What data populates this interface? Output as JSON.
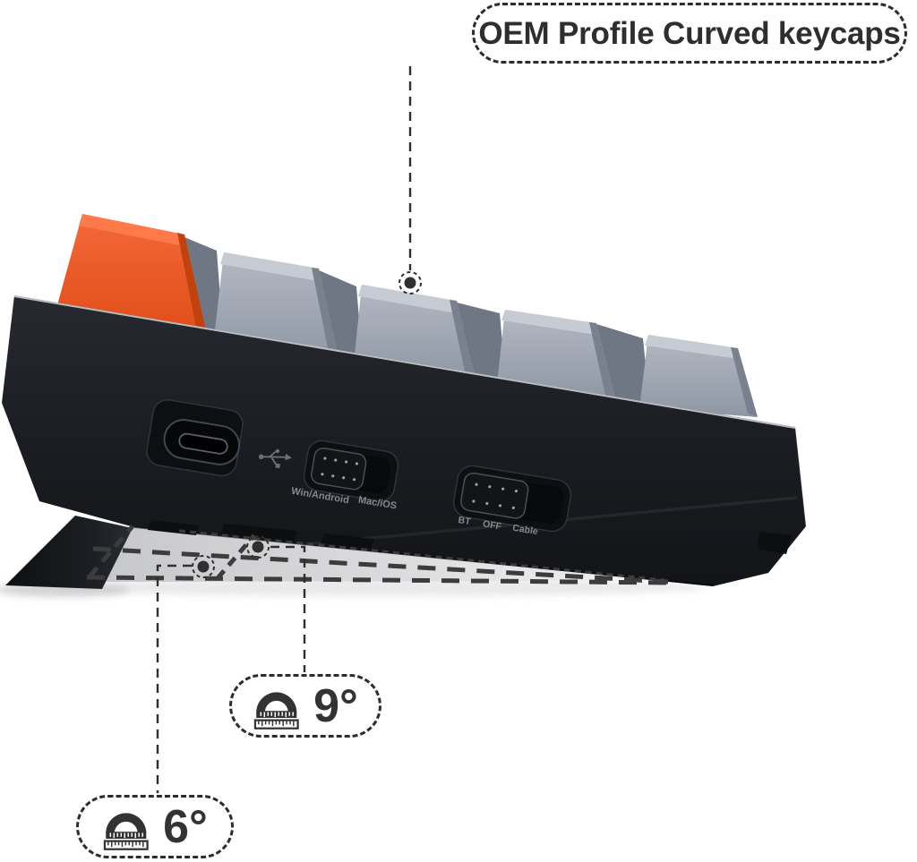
{
  "callouts": {
    "top": {
      "label": "OEM Profile Curved keycaps"
    },
    "tilt_9": {
      "label": "9°",
      "icon": "protractor-icon"
    },
    "tilt_6": {
      "label": "6°",
      "icon": "protractor-icon"
    }
  },
  "keyboard": {
    "os_switch": {
      "left_label": "Win/Android",
      "right_label": "Mac/iOS"
    },
    "mode_switch": {
      "labels": [
        "BT",
        "OFF",
        "Cable"
      ]
    },
    "port": "usb-c",
    "port_icon": "usb-icon",
    "keycap_count_visible": 5,
    "accent_keycap": "orange"
  },
  "colors": {
    "accent_orange": "#ee5a2e",
    "keycap_grey": "#9aa2af",
    "case_black": "#1b1d22",
    "annotation_ink": "#2c2c2c",
    "label_grey": "#85888d"
  }
}
